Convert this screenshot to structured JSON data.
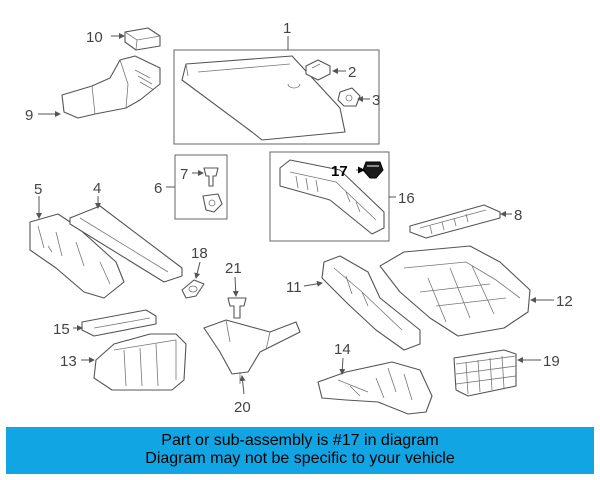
{
  "callouts": [
    "1",
    "2",
    "3",
    "4",
    "5",
    "6",
    "7",
    "8",
    "9",
    "10",
    "11",
    "12",
    "13",
    "14",
    "15",
    "16",
    "17",
    "18",
    "19",
    "20",
    "21"
  ],
  "highlight": "17",
  "banner": {
    "line1": "Part or sub-assembly is #17 in diagram",
    "line2": "Diagram may not be specific to your vehicle",
    "color": "#11a5e3"
  }
}
